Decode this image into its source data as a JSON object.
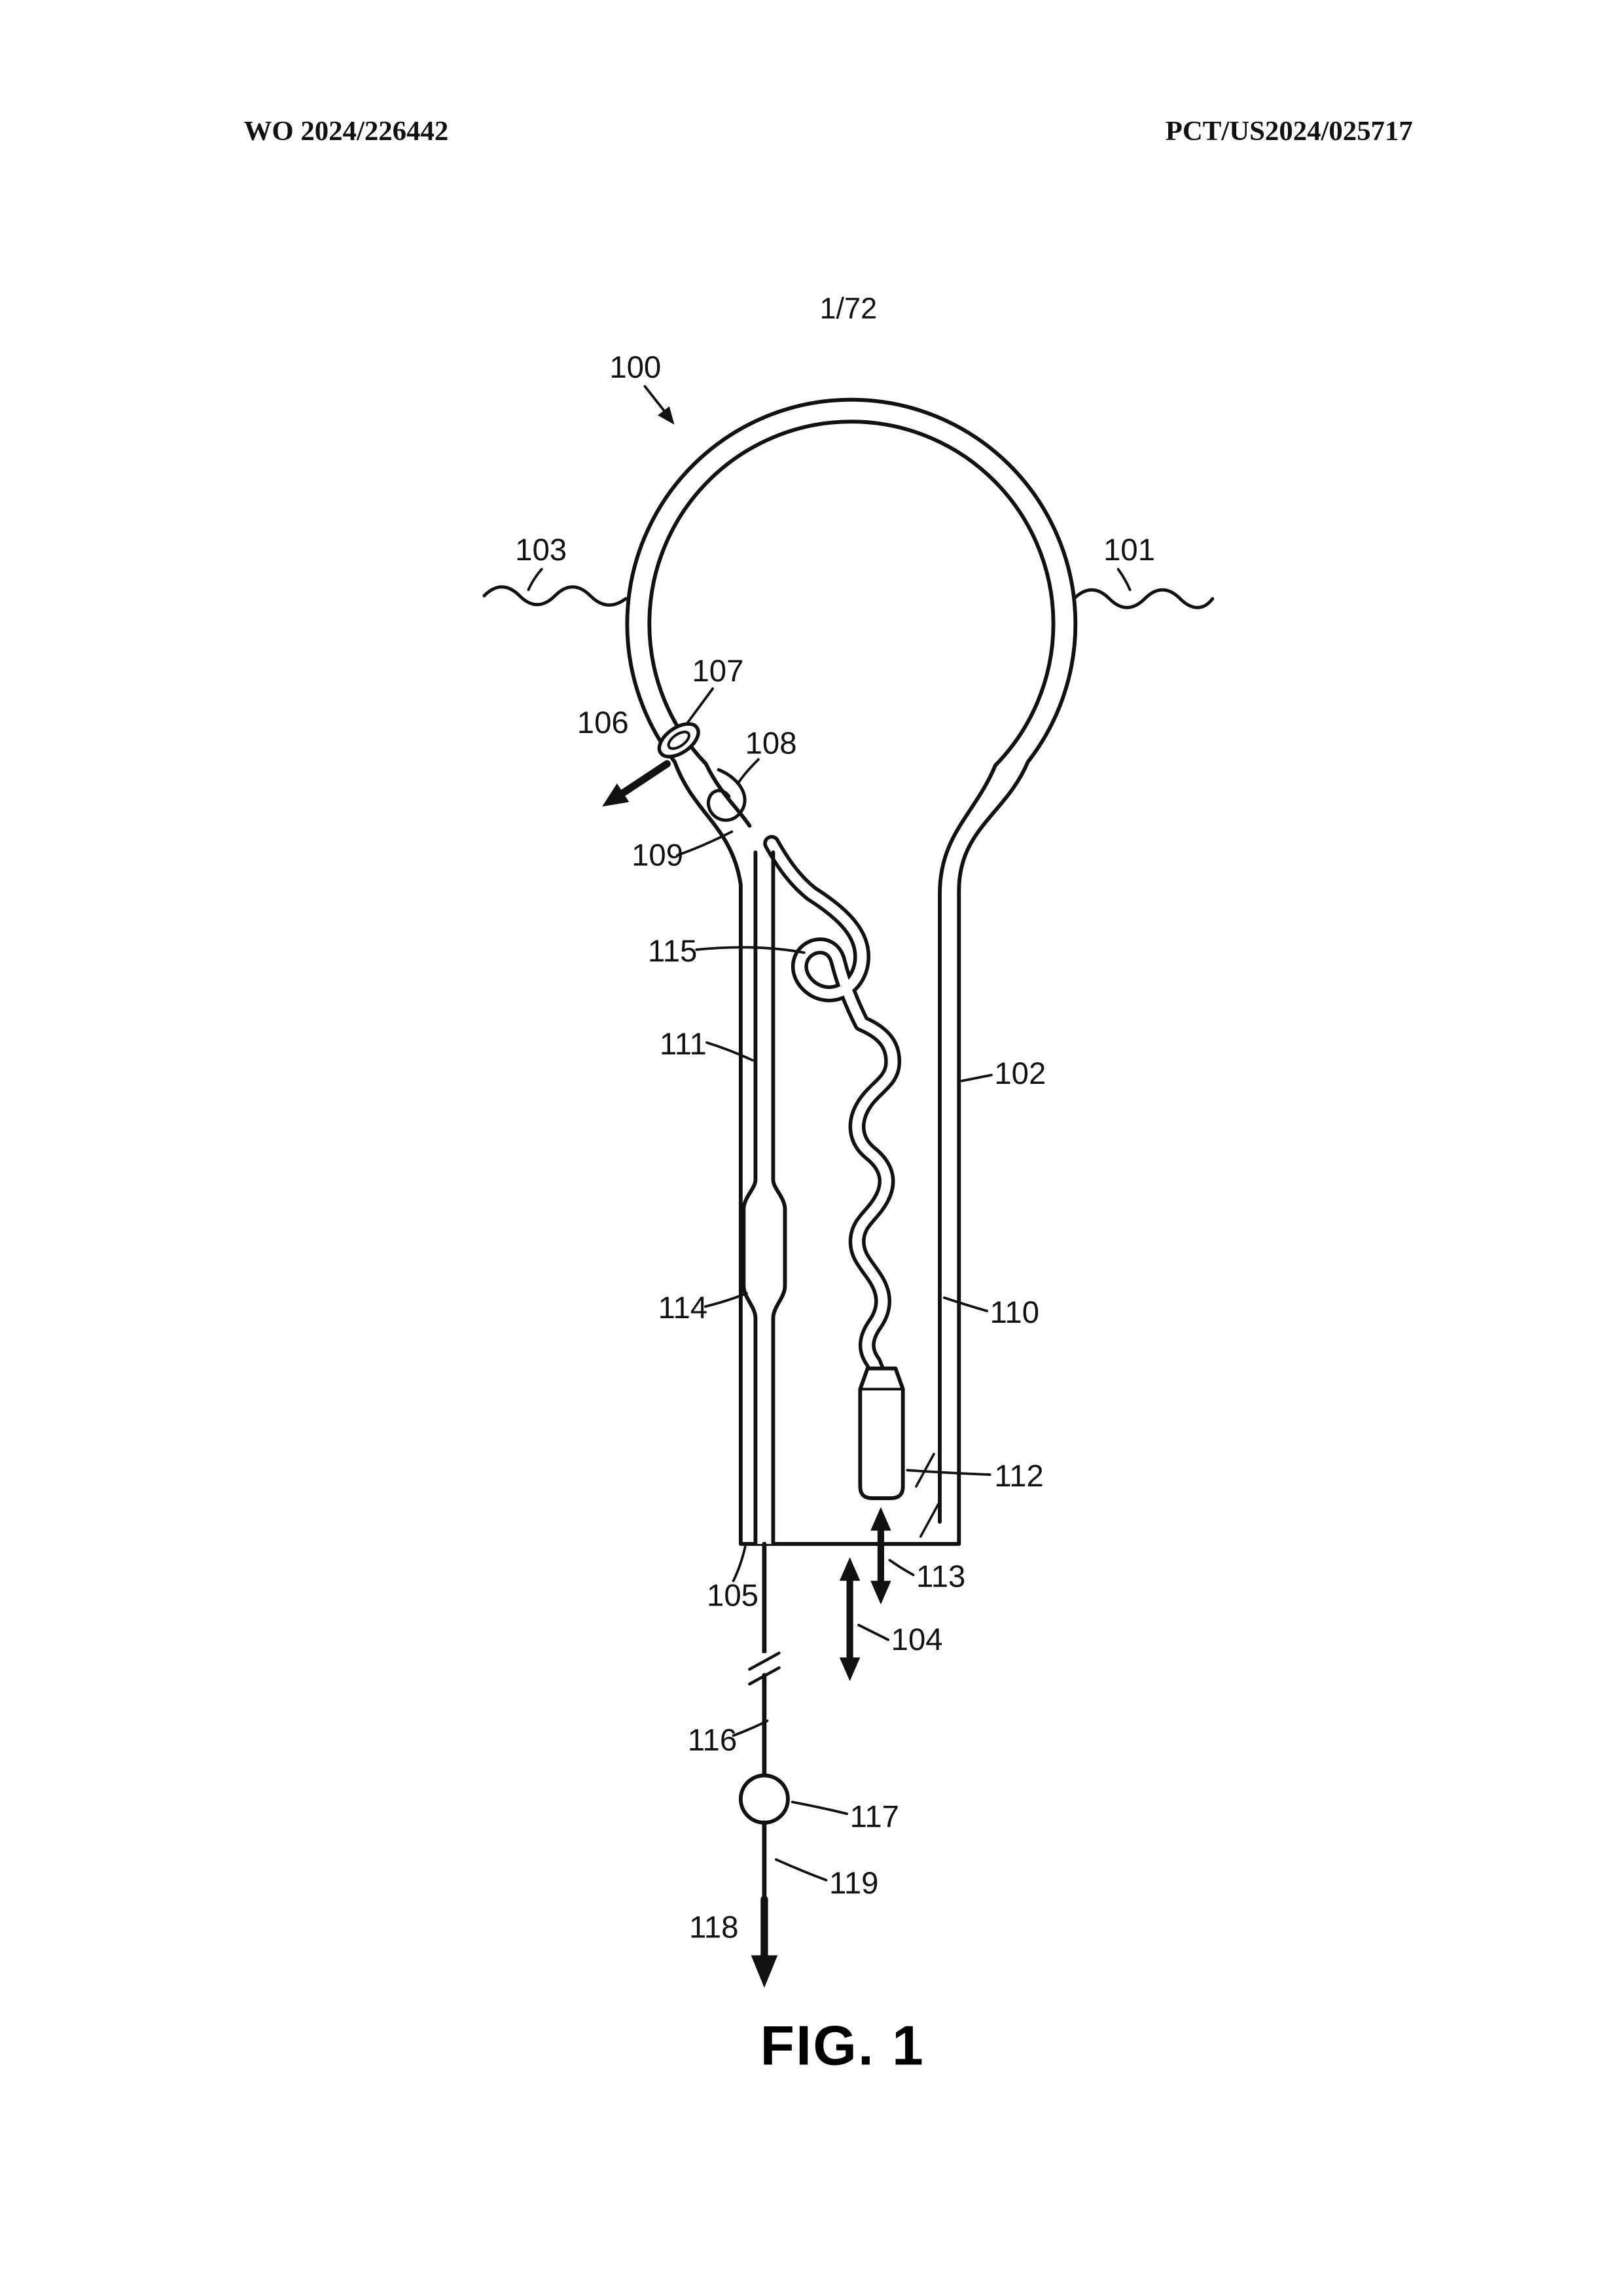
{
  "page": {
    "header_left": "WO 2024/226442",
    "header_right": "PCT/US2024/025717",
    "sheet_index": "1/72",
    "figure_caption": "FIG. 1"
  },
  "figure": {
    "labels": {
      "n100": "100",
      "n101": "101",
      "n102": "102",
      "n103": "103",
      "n104": "104",
      "n105": "105",
      "n106": "106",
      "n107": "107",
      "n108": "108",
      "n109": "109",
      "n110": "110",
      "n111": "111",
      "n112": "112",
      "n113": "113",
      "n114": "114",
      "n115": "115",
      "n116": "116",
      "n117": "117",
      "n118": "118",
      "n119": "119"
    }
  },
  "colors": {
    "ink": "#111111",
    "paper": "#ffffff"
  }
}
